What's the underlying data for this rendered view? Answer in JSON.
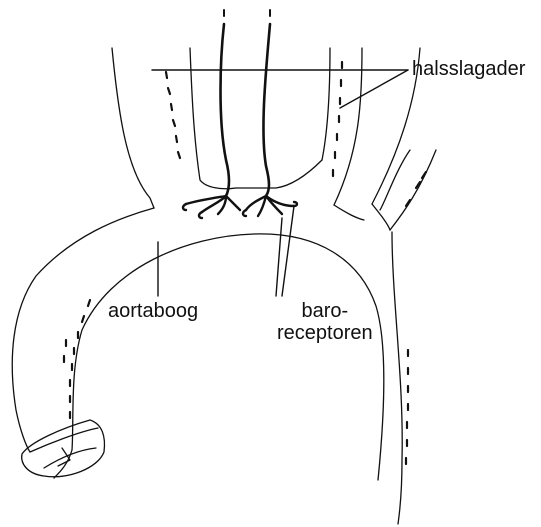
{
  "labels": {
    "halsslagader": "halsslagader",
    "aortaboog": "aortaboog",
    "baroreceptoren_line1": "baro-",
    "baroreceptoren_line2": "receptoren"
  },
  "colors": {
    "ink": "#111111",
    "background": "#ffffff"
  }
}
